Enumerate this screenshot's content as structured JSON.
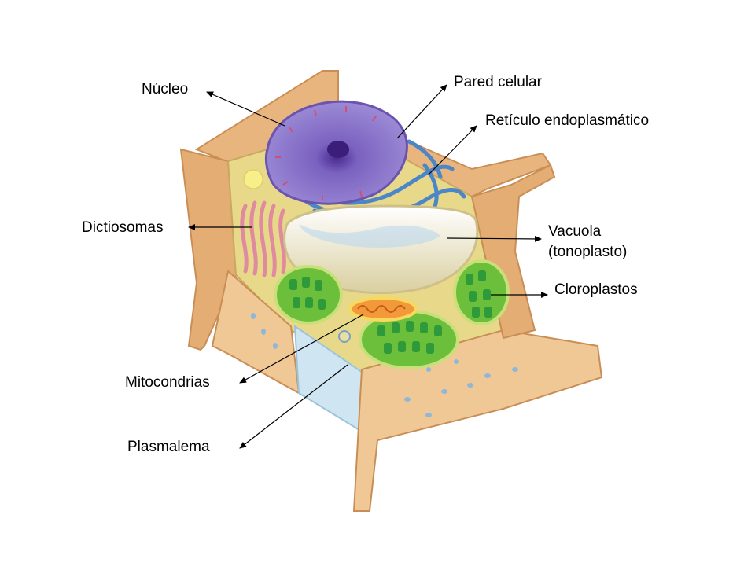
{
  "labels": {
    "nucleo": "Núcleo",
    "pared_celular": "Pared celular",
    "reticulo": "Retículo endoplasmático",
    "dictiosomas": "Dictiosomas",
    "vacuola_line1": "Vacuola",
    "vacuola_line2": "(tonoplasto)",
    "cloroplastos": "Cloroplastos",
    "mitocondrias": "Mitocondrias",
    "plasmalema": "Plasmalema"
  },
  "colors": {
    "cell_wall": "#e9b57f",
    "cell_wall_dark": "#c98e55",
    "cytoplasm": "#e8d98a",
    "nucleus": "#8a72c9",
    "nucleolus": "#5a3b9e",
    "er": "#4a86c8",
    "vacuole": "#efe8c4",
    "chloroplast": "#6cbf3a",
    "thylakoid": "#2e9a3a",
    "mitochondria": "#f29a3a",
    "golgi": "#e08aa0",
    "plasmalemma": "#cfe6f2"
  }
}
